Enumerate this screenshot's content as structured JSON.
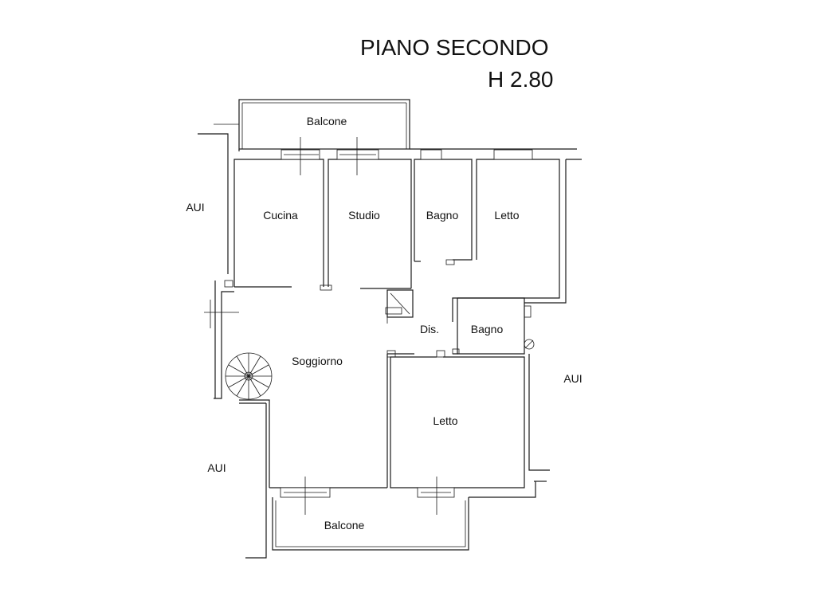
{
  "header": {
    "floor": "PIANO SECONDO",
    "height": "H 2.80"
  },
  "rooms": {
    "balcone_top": "Balcone",
    "cucina": "Cucina",
    "studio": "Studio",
    "bagno_top": "Bagno",
    "letto_top": "Letto",
    "dis": "Dis.",
    "bagno_mid": "Bagno",
    "soggiorno": "Soggiorno",
    "letto_bottom": "Letto",
    "balcone_bottom": "Balcone"
  },
  "outside": {
    "aui_left": "AUI",
    "aui_right": "AUI",
    "aui_bottom_left": "AUI"
  },
  "colors": {
    "line": "#1a1a1a",
    "text": "#111111",
    "background": "#ffffff"
  }
}
